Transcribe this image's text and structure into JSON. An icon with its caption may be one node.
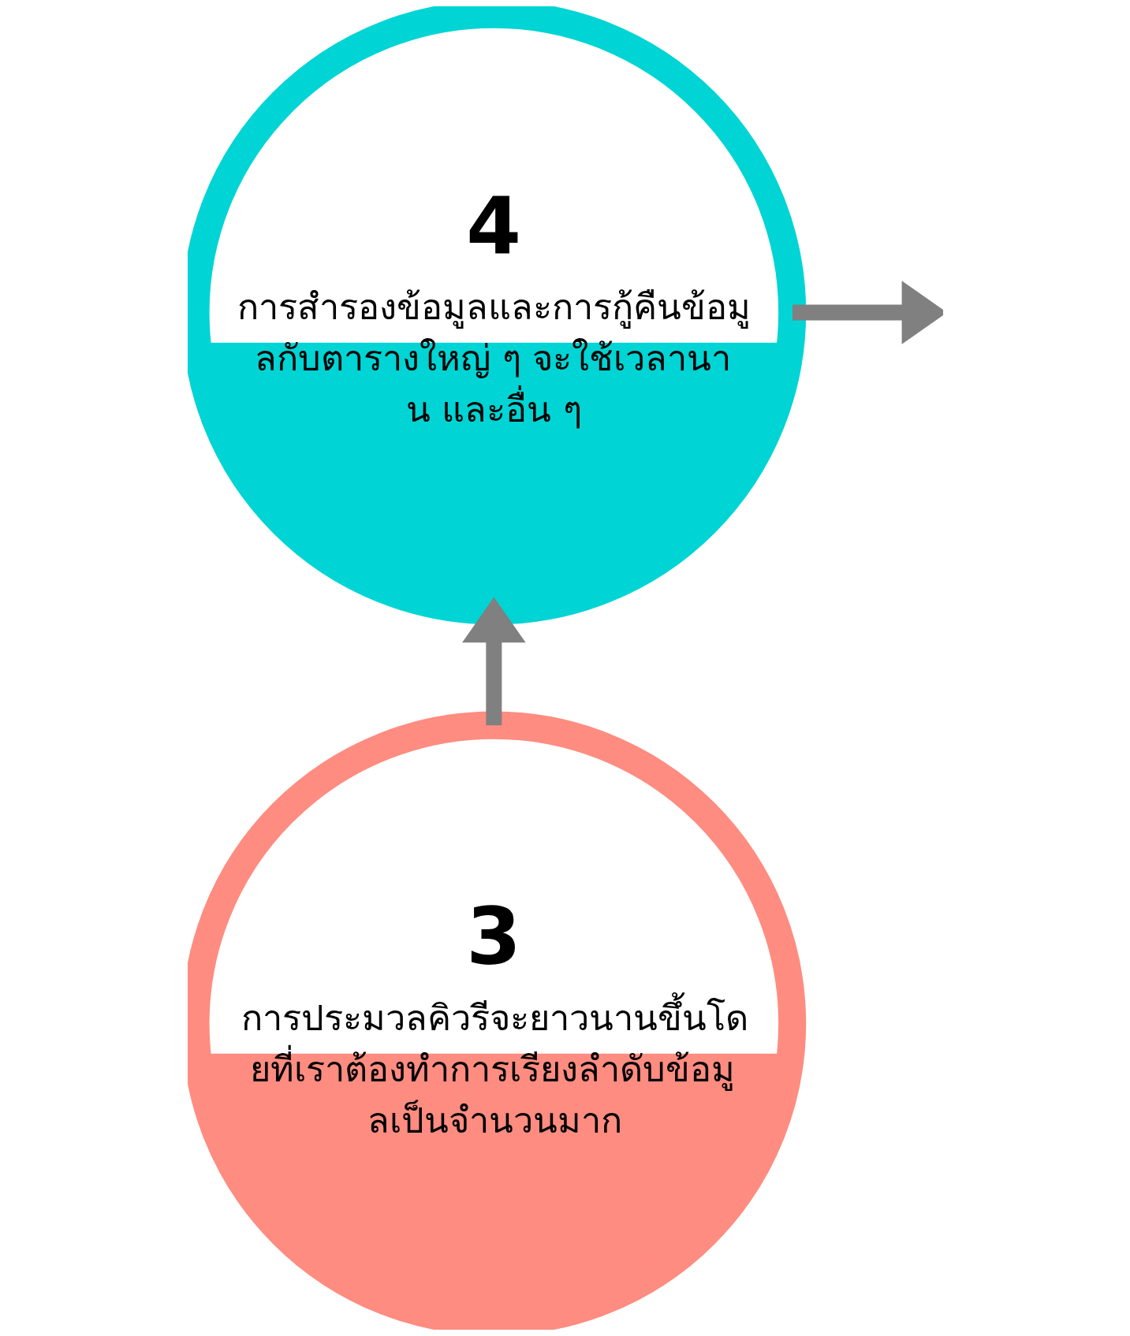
{
  "diagram": {
    "nodes": [
      {
        "text": [
          "4",
          "การสำรองข้อมูลและการกู้คืนข้อมูลกับตารางใหญ่ ๆ จะใช้เวลานาน และอื่น ๆ"
        ]
      },
      {
        "text": [
          "3",
          "การประมวลคิวรีจะยาวนานขึ้นโดยที่เราต้องทำการเรียงลำดับข้อมูลเป็นจำนวนมาก"
        ]
      }
    ],
    "edges": [
      {
        "from": 1,
        "to": 0,
        "arrow": "to"
      },
      {
        "from": 0,
        "to": null,
        "arrow": "to"
      }
    ]
  }
}
